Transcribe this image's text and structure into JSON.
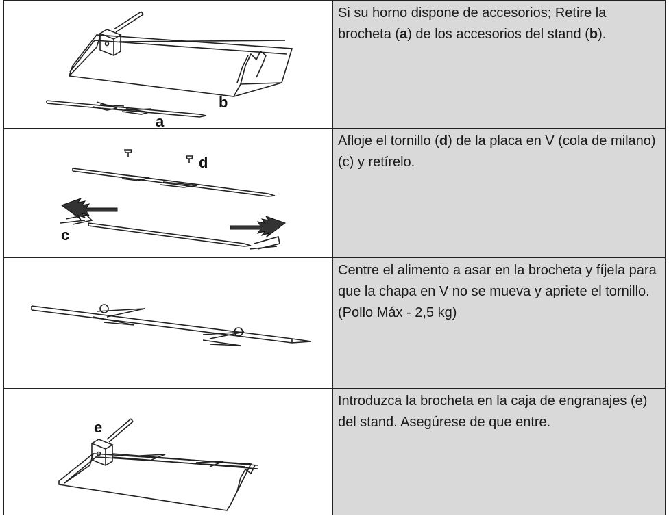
{
  "steps": [
    {
      "text_parts": [
        "Si su horno dispone de accesorios; Retire la brocheta (",
        "a",
        ") de los accesorios del stand (",
        "b",
        ")."
      ],
      "labels": [
        "a",
        "b"
      ]
    },
    {
      "text_parts": [
        "Afloje el tornillo (",
        "d",
        ") de la placa en V (cola de milano) (c) y retírelo."
      ],
      "labels": [
        "c",
        "d"
      ]
    },
    {
      "text": "Centre el alimento a asar en la brocheta y fíjela para que la chapa en V no se mueva y apriete el tornillo. (Pollo Máx - 2,5 kg)"
    },
    {
      "text": "Introduzca la brocheta en la caja de engranajes (e) del stand. Asegúrese de que entre.",
      "labels": [
        "e"
      ]
    }
  ]
}
